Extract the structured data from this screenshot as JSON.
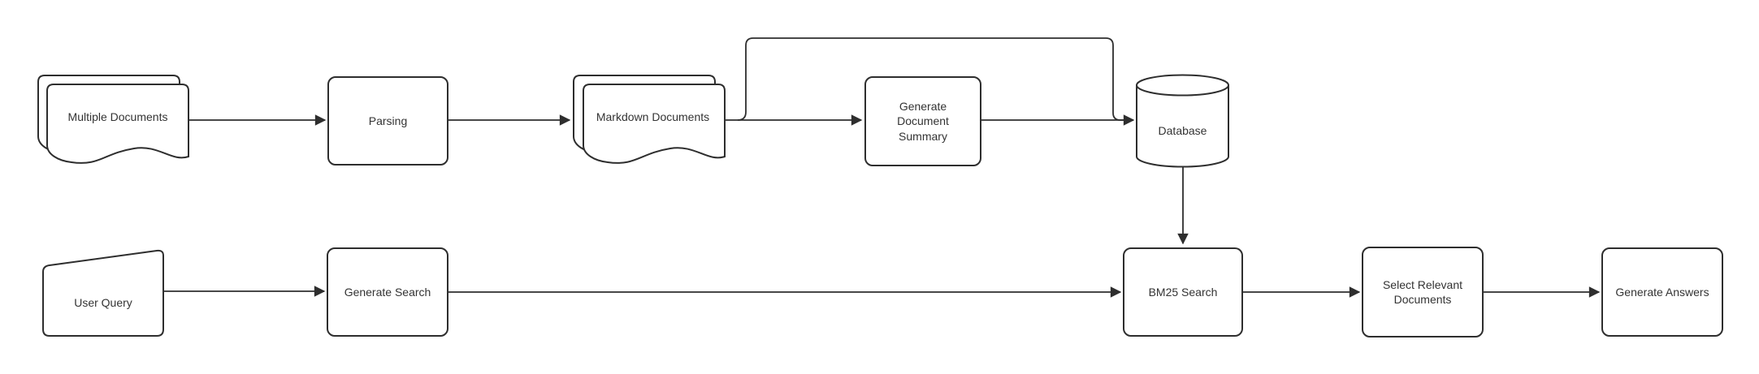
{
  "diagram": {
    "type": "flowchart",
    "colors": {
      "background": "#ffffff",
      "stroke": "#2e2e2e",
      "text": "#333333",
      "node_fill": "#ffffff"
    },
    "nodes": [
      {
        "id": "multiple-documents",
        "shape": "document-stack",
        "label": "Multiple Documents"
      },
      {
        "id": "parsing",
        "shape": "rounded-rect",
        "label": "Parsing"
      },
      {
        "id": "markdown-documents",
        "shape": "document-stack",
        "label": "Markdown Documents"
      },
      {
        "id": "generate-document-summary",
        "shape": "rounded-rect",
        "label": "Generate Document Summary"
      },
      {
        "id": "database",
        "shape": "cylinder",
        "label": "Database"
      },
      {
        "id": "user-query",
        "shape": "manual-input",
        "label": "User Query"
      },
      {
        "id": "generate-search",
        "shape": "rounded-rect",
        "label": "Generate Search"
      },
      {
        "id": "bm25-search",
        "shape": "rounded-rect",
        "label": "BM25 Search"
      },
      {
        "id": "select-relevant-documents",
        "shape": "rounded-rect",
        "label": "Select Relevant Documents"
      },
      {
        "id": "generate-answers",
        "shape": "rounded-rect",
        "label": "Generate Answers"
      }
    ],
    "edges": [
      {
        "from": "multiple-documents",
        "to": "parsing"
      },
      {
        "from": "parsing",
        "to": "markdown-documents"
      },
      {
        "from": "markdown-documents",
        "to": "generate-document-summary"
      },
      {
        "from": "markdown-documents",
        "to": "database",
        "route": "over-the-top bypass"
      },
      {
        "from": "generate-document-summary",
        "to": "database"
      },
      {
        "from": "database",
        "to": "bm25-search"
      },
      {
        "from": "user-query",
        "to": "generate-search"
      },
      {
        "from": "generate-search",
        "to": "bm25-search"
      },
      {
        "from": "bm25-search",
        "to": "select-relevant-documents"
      },
      {
        "from": "select-relevant-documents",
        "to": "generate-answers"
      }
    ]
  }
}
